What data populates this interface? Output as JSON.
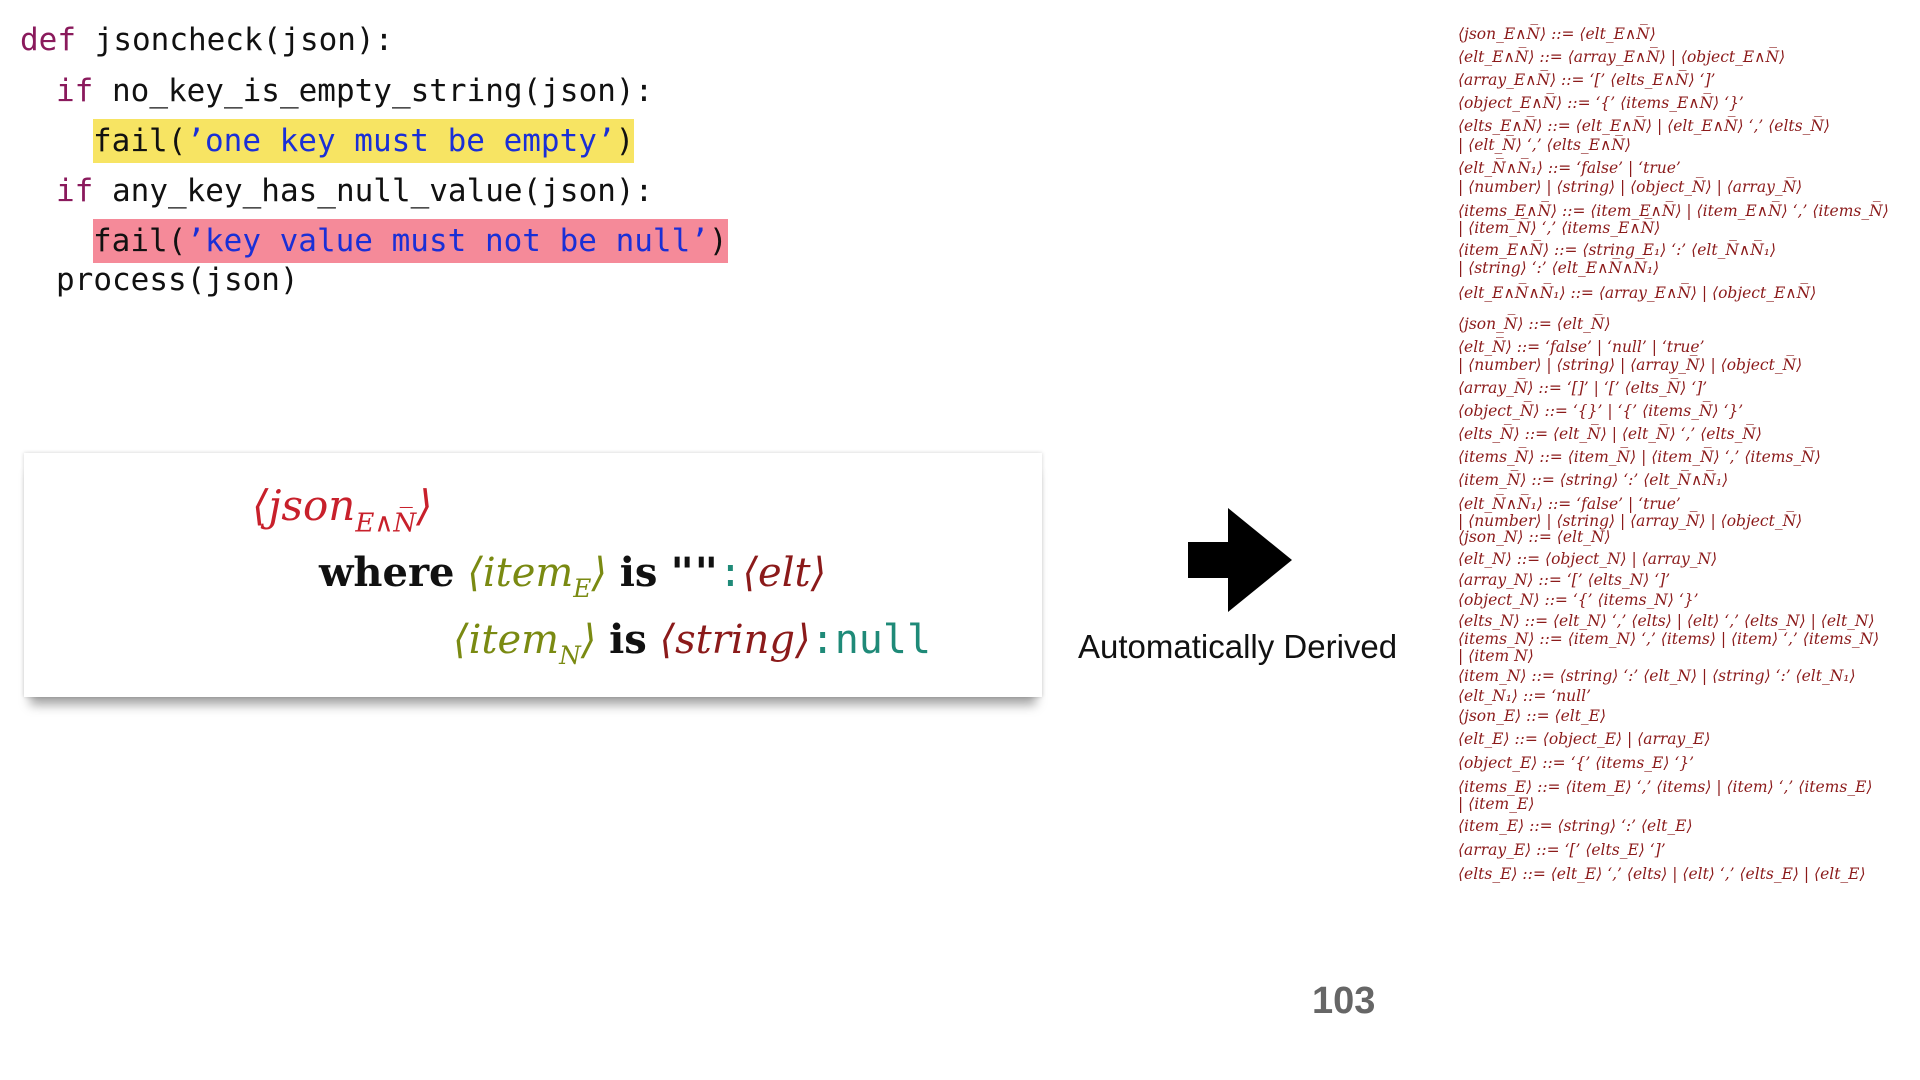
{
  "code": {
    "lines": [
      {
        "kw": "def",
        "text": " jsoncheck(json):",
        "indent": 0
      },
      {
        "kw": "if",
        "text": " no_key_is_empty_string(json):",
        "indent": 1
      },
      {
        "fn": "fail(",
        "str": "’one key must be empty’",
        "close": ")",
        "indent": 2,
        "highlight": "#f7e463"
      },
      {
        "kw": "if",
        "text": " any_key_has_null_value(json):",
        "indent": 1
      },
      {
        "fn": "fail(",
        "str": "’key value must not be null’",
        "close": ")",
        "indent": 2,
        "highlight": "#f58a99"
      },
      {
        "text": "process(json)",
        "indent": 1
      }
    ]
  },
  "spec": {
    "head": "⟨json",
    "head_sub": "E∧N̅",
    "head_close": "⟩",
    "where": "where",
    "item_e": "⟨item",
    "item_e_sub": "E",
    "item_e_close": "⟩",
    "is1": "is",
    "empty_str": "\"\"",
    "colon1": ":",
    "elt": "⟨elt⟩",
    "item_n": "⟨item",
    "item_n_sub": "N",
    "item_n_close": "⟩",
    "is2": "is",
    "string": "⟨string⟩",
    "null": ":null"
  },
  "caption": "Automatically Derived",
  "page_number": "103",
  "grammar_lines": [
    "⟨json_E∧N̅⟩ ::= ⟨elt_E∧N̅⟩",
    "⟨elt_E∧N̅⟩ ::= ⟨array_E∧N̅⟩ | ⟨object_E∧N̅⟩",
    "⟨array_E∧N̅⟩ ::= ‘[’ ⟨elts_E∧N̅⟩ ‘]’",
    "⟨object_E∧N̅⟩ ::= ‘{’ ⟨items_E∧N̅⟩ ‘}’",
    "⟨elts_E∧N̅⟩ ::= ⟨elt_E∧N̅⟩ | ⟨elt_E∧N̅⟩ ‘,’ ⟨elts_N̅⟩",
    "   | ⟨elt_N̅⟩ ‘,’ ⟨elts_E∧N̅⟩",
    "⟨elt_N̅∧N̅₁⟩ ::= ‘false’ | ‘true’",
    "   | ⟨number⟩ | ⟨string⟩ | ⟨object_N̅⟩ | ⟨array_N̅⟩",
    "⟨items_E∧N̅⟩ ::= ⟨item_E∧N̅⟩ | ⟨item_E∧N̅⟩ ‘,’ ⟨items_N̅⟩",
    "   | ⟨item_N̅⟩ ‘,’ ⟨items_E∧N̅⟩",
    "⟨item_E∧N̅⟩ ::= ⟨string_E₁⟩ ‘:’ ⟨elt_N̅∧N̅₁⟩",
    "   | ⟨string⟩ ‘:’ ⟨elt_E∧N̅∧N̅₁⟩",
    "⟨elt_E∧N̅∧N̅₁⟩ ::= ⟨array_E∧N̅⟩ | ⟨object_E∧N̅⟩",
    "⟨json_N̅⟩ ::= ⟨elt_N̅⟩",
    "⟨elt_N̅⟩ ::= ‘false’ | ‘null’ | ‘true’",
    "   | ⟨number⟩ | ⟨string⟩ | ⟨array_N̅⟩ | ⟨object_N̅⟩",
    "⟨array_N̅⟩ ::= ‘[]’ | ‘[’ ⟨elts_N̅⟩ ‘]’",
    "⟨object_N̅⟩ ::= ‘{}’ | ‘{’ ⟨items_N̅⟩ ‘}’",
    "⟨elts_N̅⟩ ::= ⟨elt_N̅⟩ | ⟨elt_N̅⟩ ‘,’ ⟨elts_N̅⟩",
    "⟨items_N̅⟩ ::= ⟨item_N̅⟩ | ⟨item_N̅⟩ ‘,’ ⟨items_N̅⟩",
    "⟨item_N̅⟩ ::= ⟨string⟩ ‘:’ ⟨elt_N̅∧N̅₁⟩",
    "⟨elt_N̅∧N̅₁⟩ ::= ‘false’ | ‘true’",
    "   | ⟨number⟩ | ⟨string⟩ | ⟨array_N̅⟩ | ⟨object_N̅⟩",
    "⟨json_N⟩ ::= ⟨elt_N⟩",
    "⟨elt_N⟩ ::= ⟨object_N⟩ | ⟨array_N⟩",
    "⟨array_N⟩ ::= ‘[’ ⟨elts_N⟩ ‘]’",
    "⟨object_N⟩ ::= ‘{’ ⟨items_N⟩ ‘}’",
    "⟨elts_N⟩ ::= ⟨elt_N⟩ ‘,’ ⟨elts⟩ | ⟨elt⟩ ‘,’ ⟨elts_N⟩ | ⟨elt_N⟩",
    "⟨items_N⟩ ::= ⟨item_N⟩ ‘,’ ⟨items⟩ | ⟨item⟩ ‘,’ ⟨items_N⟩",
    "   | ⟨item N⟩",
    "⟨item_N⟩ ::= ⟨string⟩ ‘:’ ⟨elt_N⟩ | ⟨string⟩ ‘:’ ⟨elt_N₁⟩",
    "⟨elt_N₁⟩ ::= ‘null’",
    "⟨json_E⟩ ::= ⟨elt_E⟩",
    "⟨elt_E⟩ ::= ⟨object_E⟩ | ⟨array_E⟩",
    "⟨object_E⟩ ::= ‘{’ ⟨items_E⟩ ‘}’",
    "⟨items_E⟩ ::= ⟨item_E⟩ ‘,’ ⟨items⟩ | ⟨item⟩ ‘,’ ⟨items_E⟩",
    "   | ⟨item_E⟩",
    "⟨item_E⟩ ::= ⟨string⟩ ‘:’ ⟨elt_E⟩",
    "⟨array_E⟩ ::= ‘[’ ⟨elts_E⟩ ‘]’",
    "⟨elts_E⟩ ::= ⟨elt_E⟩ ‘,’ ⟨elts⟩ | ⟨elt⟩ ‘,’ ⟨elts_E⟩ | ⟨elt_E⟩"
  ]
}
